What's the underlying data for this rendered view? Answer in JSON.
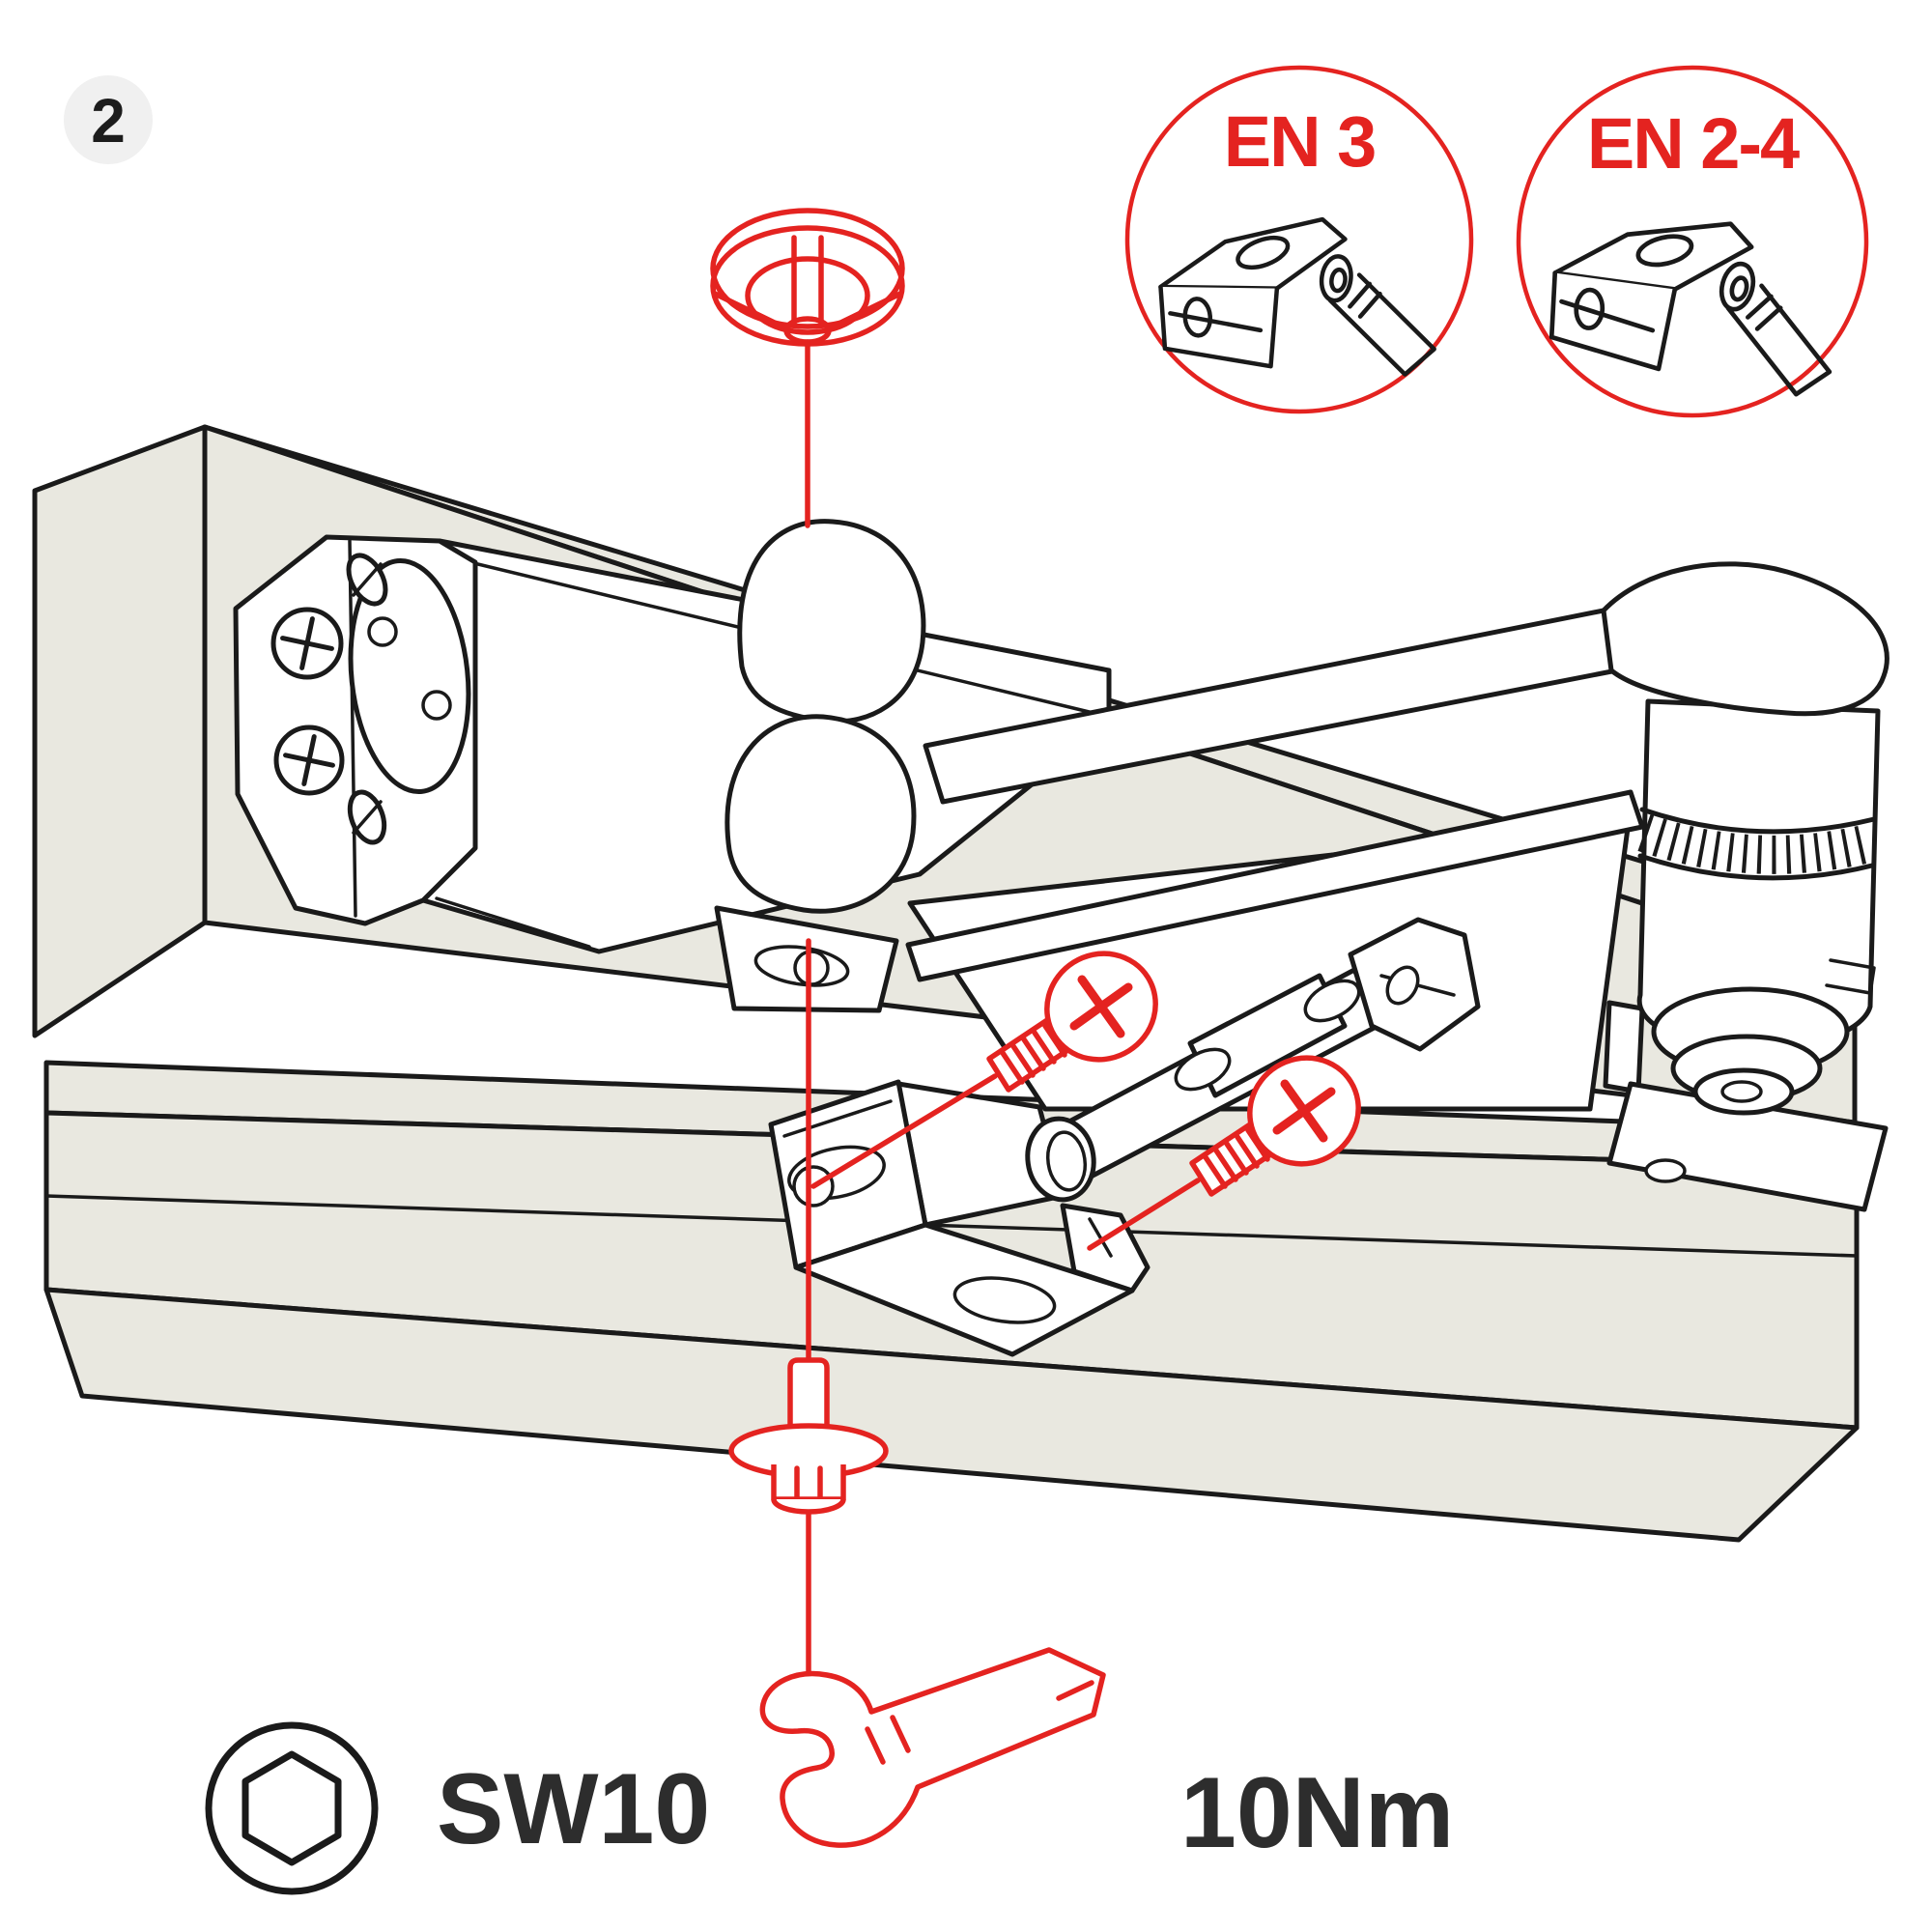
{
  "step_badge": {
    "number": "2"
  },
  "callouts": [
    {
      "label": "EN 3"
    },
    {
      "label": "EN 2-4"
    }
  ],
  "legend": {
    "wrench_size": "SW10",
    "torque": "10Nm"
  },
  "icons": {
    "hex_socket": "hex-socket-icon",
    "wrench": "open-end-wrench-icon",
    "adjustment_wheel": "valve-wheel-icon"
  },
  "colors": {
    "accent_red": "#e42320",
    "surface_beige": "#e9e8e0",
    "outline": "#1a1a1a",
    "badge_background": "#f0f0f0",
    "label_text": "#2d2d2d"
  }
}
